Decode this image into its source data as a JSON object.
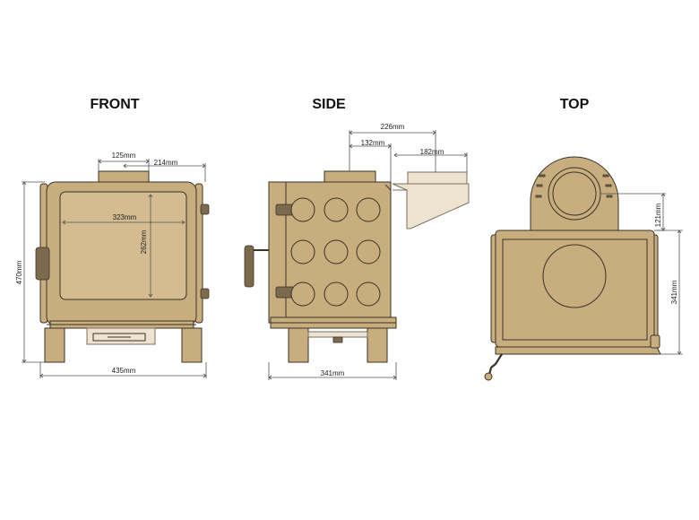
{
  "views": {
    "front": {
      "title": "FRONT",
      "dims": {
        "flue": "125mm",
        "flue_offset": "214mm",
        "door_width": "323mm",
        "door_height": "262mm",
        "height": "470mm",
        "width": "435mm"
      }
    },
    "side": {
      "title": "SIDE",
      "dims": {
        "overall_top": "226mm",
        "flue_offset": "132mm",
        "shelf": "182mm",
        "depth": "341mm"
      }
    },
    "top": {
      "title": "TOP",
      "dims": {
        "flue_offset": "121mm",
        "depth": "341mm"
      }
    }
  },
  "colors": {
    "stove_body": "#c8ad7f",
    "outline": "#3b3226",
    "heat_shield": "#ece3d1"
  }
}
